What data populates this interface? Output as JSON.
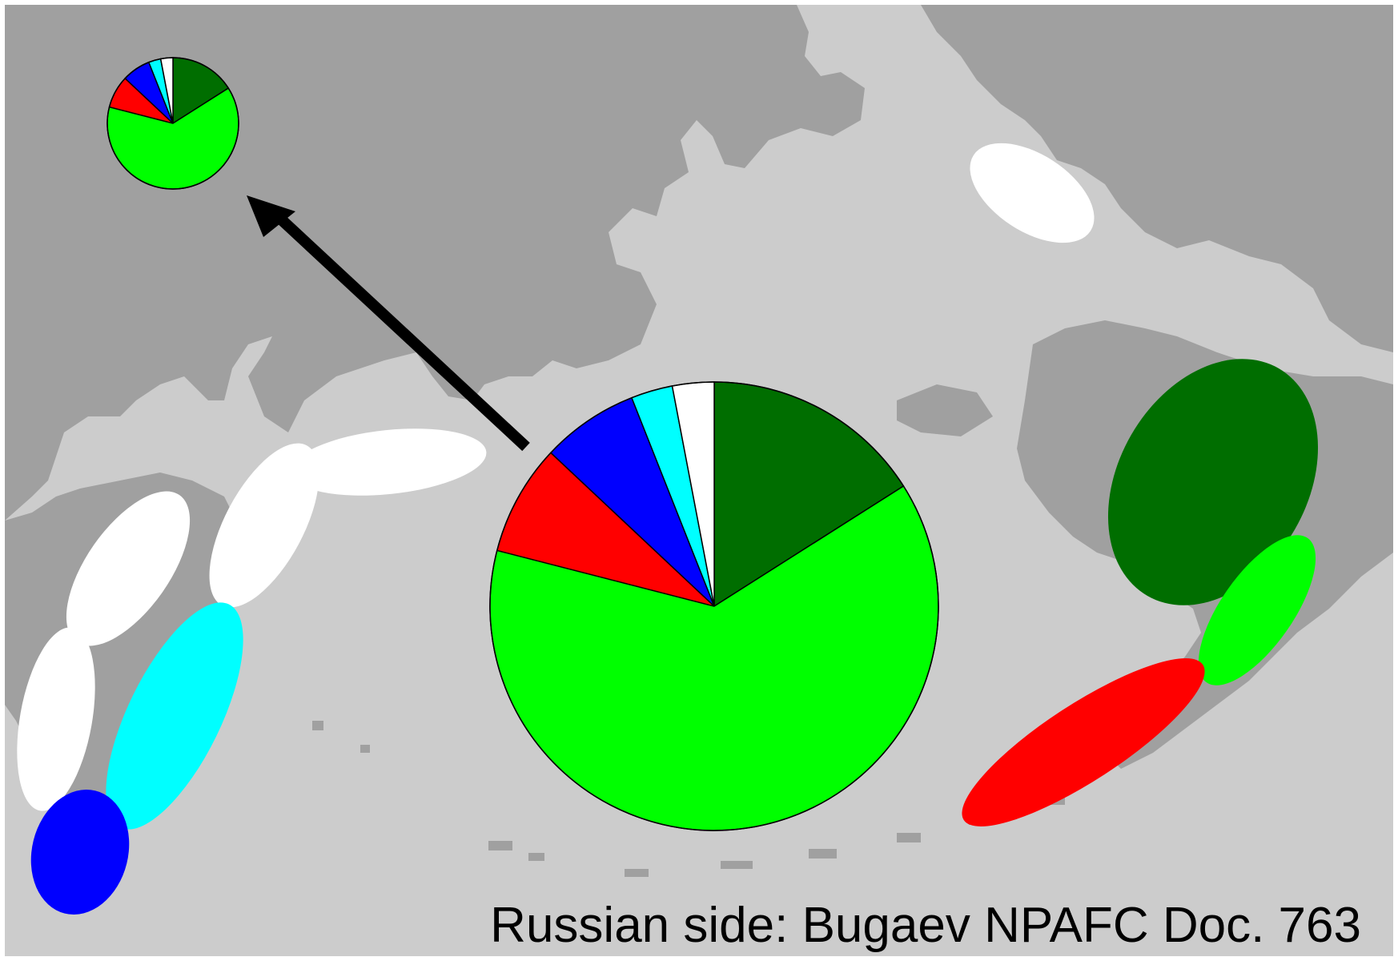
{
  "caption": "Russian side: Bugaev NPAFC Doc. 763",
  "colors": {
    "ocean": "#cccccc",
    "land": "#a0a0a0",
    "arrow": "#000000",
    "dark_green": "#006e00",
    "light_green": "#00ff00",
    "red": "#ff0000",
    "blue": "#0000ff",
    "cyan": "#00ffff",
    "white": "#ffffff"
  },
  "chart_data": {
    "type": "pie",
    "description_slices_order": "clockwise from 12 o'clock",
    "slices": [
      {
        "color": "#006e00",
        "value": 16
      },
      {
        "color": "#00ff00",
        "value": 63
      },
      {
        "color": "#ff0000",
        "value": 8
      },
      {
        "color": "#0000ff",
        "value": 7
      },
      {
        "color": "#00ffff",
        "value": 3
      },
      {
        "color": "#ffffff",
        "value": 3
      }
    ]
  },
  "regions": [
    {
      "name": "white-region",
      "color": "#ffffff"
    },
    {
      "name": "dark-green-region",
      "color": "#006e00"
    },
    {
      "name": "light-green-region",
      "color": "#00ff00"
    },
    {
      "name": "red-region",
      "color": "#ff0000"
    },
    {
      "name": "cyan-region",
      "color": "#00ffff"
    },
    {
      "name": "blue-region",
      "color": "#0000ff"
    }
  ]
}
